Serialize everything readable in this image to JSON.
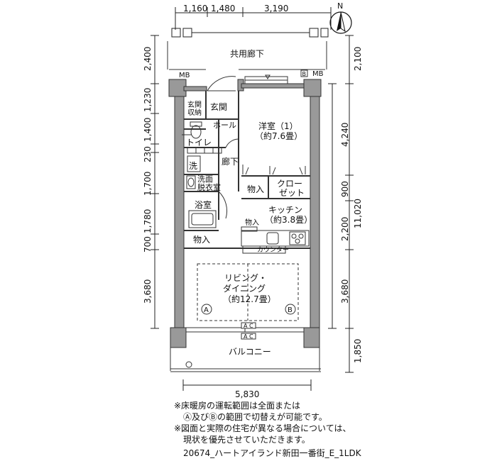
{
  "dimensions": {
    "top": [
      "1,160",
      "1,480",
      "3,190"
    ],
    "left": [
      "2,400",
      "1,230",
      "1,400",
      "230",
      "1,700",
      "1,780",
      "700",
      "3,680"
    ],
    "right": [
      "2,100",
      "4,240",
      "900",
      "2,200",
      "3,680",
      "1,850"
    ],
    "right_total": "11,020",
    "bottom": "5,830"
  },
  "rooms": {
    "corridor_common": "共用廊下",
    "mb_left": "MB",
    "mb_right": "MB",
    "b_label": "B",
    "genkan_storage": [
      "玄関",
      "収納"
    ],
    "genkan": "玄関",
    "hall": "ホール",
    "toilet": "トイレ",
    "western_room": [
      "洋室（1）",
      "（約7.6畳）"
    ],
    "hallway": "廊下",
    "wash": "洗",
    "washroom": [
      "洗面",
      "脱衣室"
    ],
    "storage_1": "物入",
    "closet": [
      "クロー",
      "ゼット"
    ],
    "bath": "浴室",
    "kitchen": [
      "キッチン",
      "（約3.8畳）"
    ],
    "storage_kitchen": "物入",
    "storage_2": "物入",
    "counter": "カウンター",
    "living": [
      "リビング・",
      "ダイニング",
      "（約12.7畳）"
    ],
    "mark_a": "A",
    "mark_b": "B",
    "ac1": "A C",
    "ac2": "A C",
    "balcony": "バルコニー"
  },
  "compass": "N",
  "notes": [
    "※床暖房の運転範囲は全面または",
    "Ⓐ及びⒷの範囲で切替えが可能です。",
    "※図面と実際の住宅が異なる場合については、",
    "現状を優先させていただきます。"
  ],
  "footer": "20674_ハートアイランド新田一番街_E_1LDK"
}
